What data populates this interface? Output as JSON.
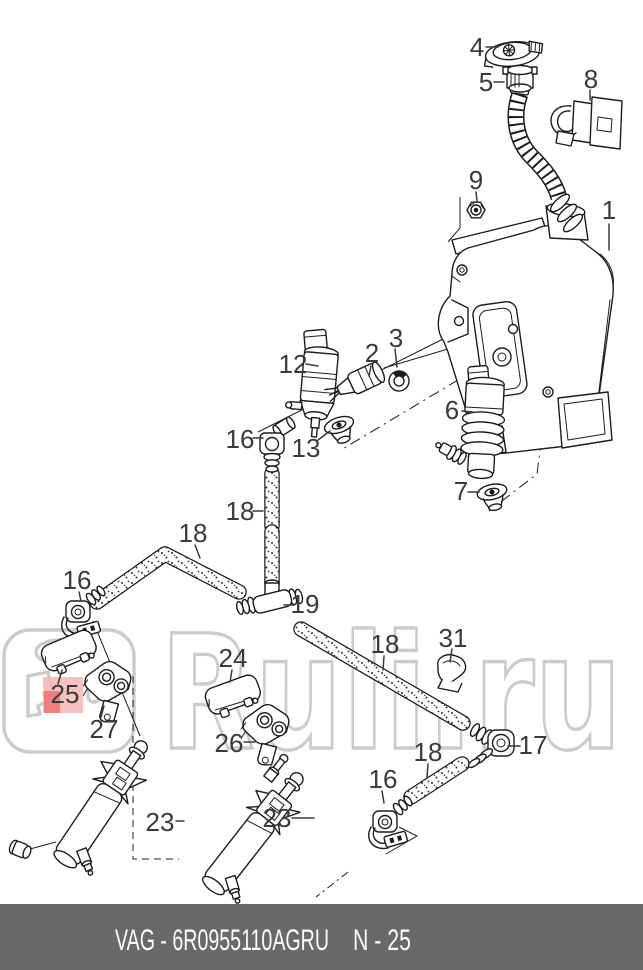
{
  "watermark": {
    "text": "Ruli.ru",
    "color": "#cccccc"
  },
  "parts": {
    "labels": [
      "4",
      "5",
      "8",
      "9",
      "1",
      "12",
      "2",
      "3",
      "16",
      "13",
      "6",
      "7",
      "18",
      "18",
      "16",
      "19",
      "18",
      "31",
      "24",
      "25",
      "27",
      "26",
      "18",
      "17",
      "16",
      "23",
      "23"
    ]
  },
  "highlight": {
    "fill": "#f7b6b6",
    "accent": "#ee7272"
  },
  "footer": {
    "code": "VAG - 6R0955110AGRU",
    "page": "N - 25",
    "bg": "#696969",
    "fg": "#fbfbfb"
  }
}
